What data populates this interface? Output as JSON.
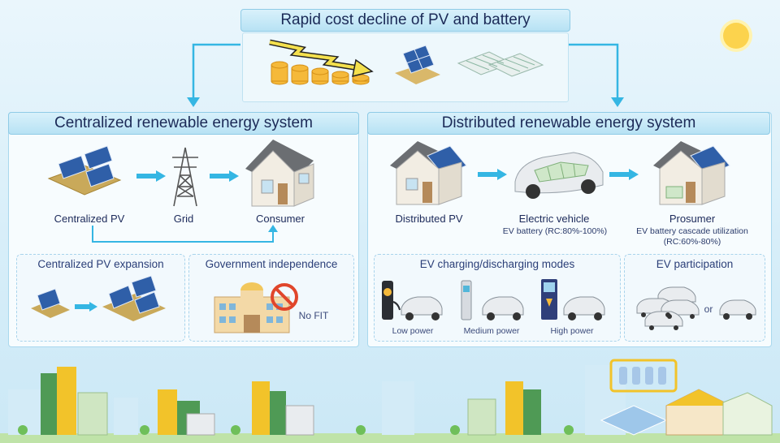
{
  "top": {
    "title": "Rapid cost decline of PV and battery"
  },
  "centralized": {
    "title": "Centralized renewable energy system",
    "nodes": {
      "pv": "Centralized PV",
      "grid": "Grid",
      "consumer": "Consumer"
    },
    "expansion_title": "Centralized PV expansion",
    "government_title": "Government independence",
    "no_fit": "No FIT"
  },
  "distributed": {
    "title": "Distributed renewable energy system",
    "nodes": {
      "pv": "Distributed PV",
      "ev": "Electric vehicle",
      "ev_sub": "EV battery (RC:80%-100%)",
      "prosumer": "Prosumer",
      "prosumer_sub1": "EV battery cascade utilization",
      "prosumer_sub2": "(RC:60%-80%)"
    },
    "modes_title": "EV charging/discharging modes",
    "modes": {
      "low": "Low power",
      "medium": "Medium power",
      "high": "High power"
    },
    "participation_title": "EV participation",
    "or": "or"
  },
  "colors": {
    "arrow": "#35b6e3",
    "title_text": "#1b2a57",
    "banner": "#c6e8f6"
  }
}
